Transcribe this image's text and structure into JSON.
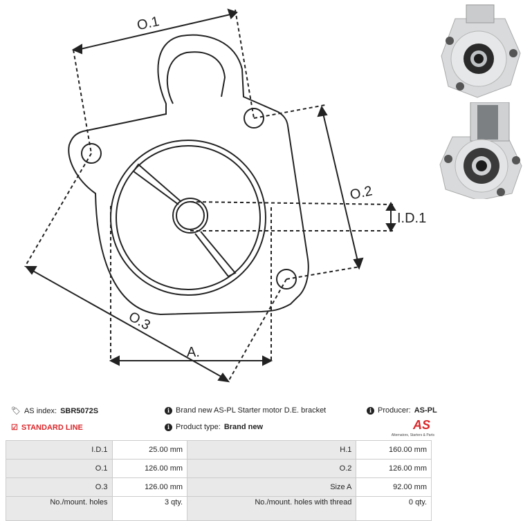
{
  "drawing": {
    "labels": {
      "o1": "O.1",
      "o2": "O.2",
      "o3": "O.3",
      "id1": "I.D.1",
      "a": "A."
    }
  },
  "info": {
    "as_index_label": "AS index:",
    "as_index_value": "SBR5072S",
    "line": "STANDARD LINE",
    "description": "Brand new AS-PL Starter motor D.E. bracket",
    "product_type_label": "Product type:",
    "product_type_value": "Brand new",
    "producer_label": "Producer:",
    "producer_value": "AS-PL"
  },
  "logo": {
    "text": "AS",
    "tagline": "Alternators, Starters & Parts",
    "color": "#d9262a"
  },
  "specs": [
    {
      "k1": "I.D.1",
      "v1": "25.00 mm",
      "k2": "H.1",
      "v2": "160.00 mm"
    },
    {
      "k1": "O.1",
      "v1": "126.00 mm",
      "k2": "O.2",
      "v2": "126.00 mm"
    },
    {
      "k1": "O.3",
      "v1": "126.00 mm",
      "k2": "Size A",
      "v2": "92.00 mm"
    },
    {
      "k1": "No./mount. holes",
      "v1": "3 qty.",
      "k2": "No./mount. holes with thread",
      "v2": "0 qty."
    }
  ]
}
